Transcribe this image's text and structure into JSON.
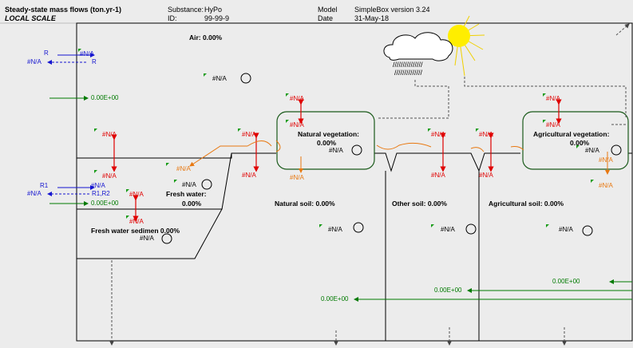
{
  "header": {
    "title": "Steady-state mass flows (ton.yr-1)",
    "scale": "LOCAL SCALE",
    "substance_label": "Substance:",
    "substance_value": "HyPo",
    "id_label": "ID:",
    "id_value": "99-99-9",
    "model_label": "Model",
    "model_value": "SimpleBox version 3.24",
    "date_label": "Date",
    "date_value": "31-May-18"
  },
  "compartments": {
    "air": "Air: 0.00%",
    "fresh_water": "Fresh water:",
    "fresh_water_pct": "0.00%",
    "fresh_water_sediment": "Fresh water sedimen 0.00%",
    "natural_soil": "Natural soil: 0.00%",
    "other_soil": "Other soil: 0.00%",
    "agricultural_soil": "Agricultural soil: 0.00%",
    "natural_vegetation": "Natural vegetation:",
    "natural_vegetation_pct": "0.00%",
    "agricultural_vegetation": "Agricultural vegetation:",
    "agricultural_vegetation_pct": "0.00%"
  },
  "values": {
    "na": "#N/A",
    "zero": "0.00E+00",
    "r": "R",
    "r1": "R1",
    "r1r2": "R1,R2"
  },
  "colors": {
    "red": "#e00000",
    "blue": "#1515d0",
    "green": "#007a00",
    "orange": "#e87810",
    "yellow": "#ffee00"
  }
}
